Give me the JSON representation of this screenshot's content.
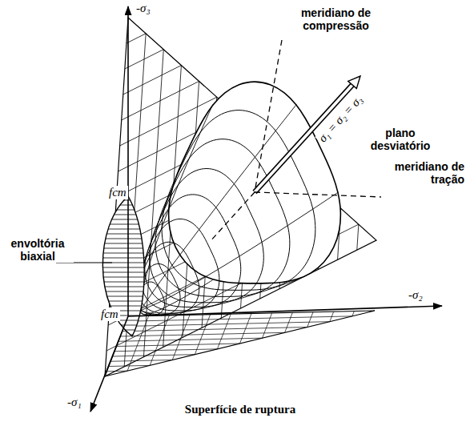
{
  "diagram": {
    "caption": "Superfície de ruptura",
    "labels": [
      "-σ₃",
      "meridiano de compressão",
      "σ₁ = σ₂ = σ₃",
      "plano desviatório",
      "meridiano de tração",
      "fcm",
      "envoltória biaxial",
      "-σ₂",
      "fcm",
      "-σ₁"
    ]
  }
}
